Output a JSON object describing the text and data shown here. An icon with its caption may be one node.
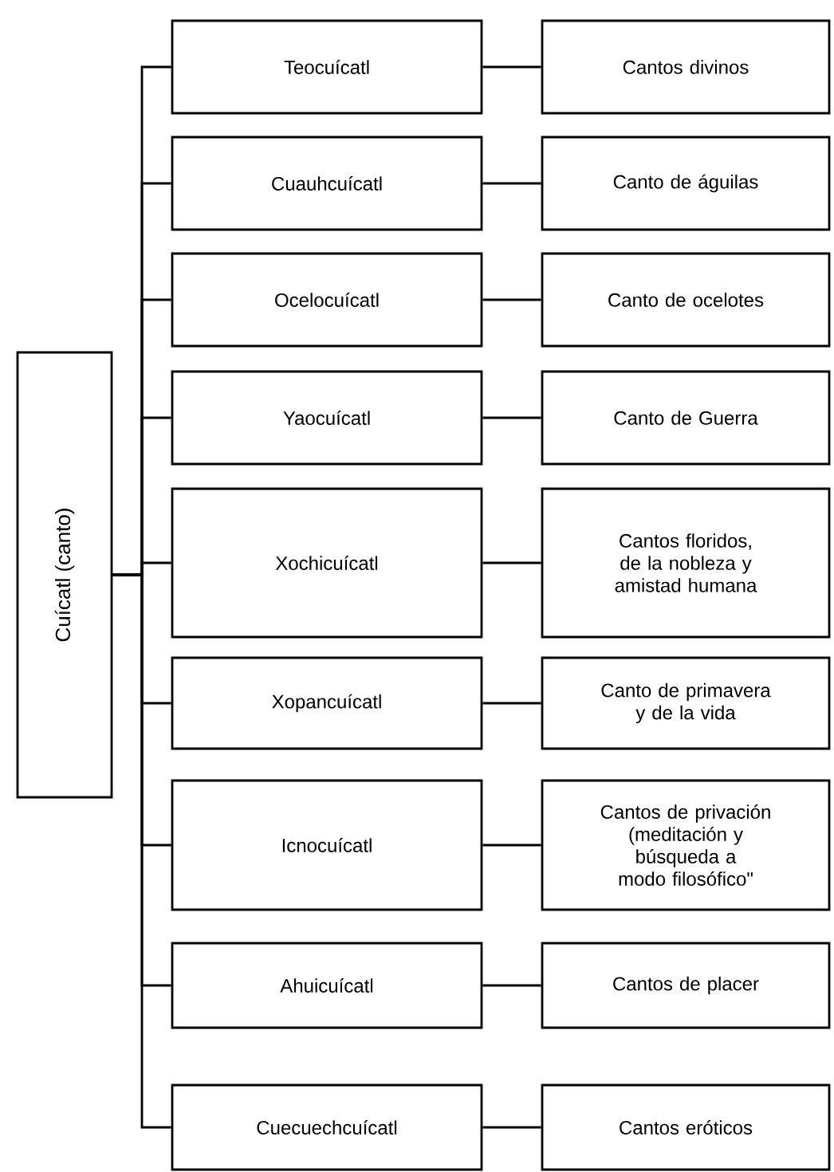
{
  "diagram": {
    "nodes": [
      {
        "text": [
          "Cuícatl (canto)"
        ]
      },
      {
        "text": [
          "Teocuícatl"
        ]
      },
      {
        "text": [
          "Cantos divinos"
        ]
      },
      {
        "text": [
          "Cuauhcuícatl"
        ]
      },
      {
        "text": [
          "Canto de águilas"
        ]
      },
      {
        "text": [
          "Ocelocuícatl"
        ]
      },
      {
        "text": [
          "Canto de ocelotes"
        ]
      },
      {
        "text": [
          "Yaocuícatl"
        ]
      },
      {
        "text": [
          "Canto de Guerra"
        ]
      },
      {
        "text": [
          "Xochicuícatl"
        ]
      },
      {
        "text": [
          "Cantos floridos, de la nobleza y amistad humana"
        ]
      },
      {
        "text": [
          "Xopancuícatl"
        ]
      },
      {
        "text": [
          "Canto de primavera y de la vida"
        ]
      },
      {
        "text": [
          "Icnocuícatl"
        ]
      },
      {
        "text": [
          "Cantos de privación (meditación y búsqueda a modo filosófico\""
        ]
      },
      {
        "text": [
          "Ahuicuícatl"
        ]
      },
      {
        "text": [
          "Cantos de placer"
        ]
      },
      {
        "text": [
          "Cuecuechcuícatl"
        ]
      },
      {
        "text": [
          "Cantos eróticos"
        ]
      }
    ],
    "edges": [
      {
        "from": 0,
        "to": 1,
        "arrow": "none"
      },
      {
        "from": 0,
        "to": 3,
        "arrow": "none"
      },
      {
        "from": 0,
        "to": 5,
        "arrow": "none"
      },
      {
        "from": 0,
        "to": 7,
        "arrow": "none"
      },
      {
        "from": 0,
        "to": 9,
        "arrow": "none"
      },
      {
        "from": 0,
        "to": 11,
        "arrow": "none"
      },
      {
        "from": 0,
        "to": 13,
        "arrow": "none"
      },
      {
        "from": 0,
        "to": 15,
        "arrow": "none"
      },
      {
        "from": 0,
        "to": 17,
        "arrow": "none"
      },
      {
        "from": 1,
        "to": 2,
        "arrow": "none"
      },
      {
        "from": 3,
        "to": 4,
        "arrow": "none"
      },
      {
        "from": 5,
        "to": 6,
        "arrow": "none"
      },
      {
        "from": 7,
        "to": 8,
        "arrow": "none"
      },
      {
        "from": 9,
        "to": 10,
        "arrow": "none"
      },
      {
        "from": 11,
        "to": 12,
        "arrow": "none"
      },
      {
        "from": 13,
        "to": 14,
        "arrow": "none"
      },
      {
        "from": 15,
        "to": 16,
        "arrow": "none"
      },
      {
        "from": 17,
        "to": 18,
        "arrow": "none"
      }
    ]
  }
}
